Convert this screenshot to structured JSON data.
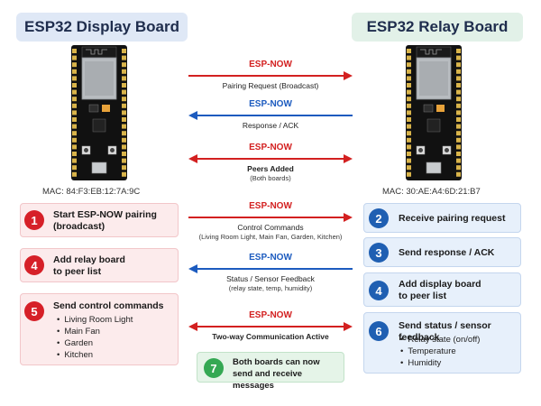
{
  "titles": {
    "left": "ESP32 Display Board",
    "right": "ESP32 Relay Board"
  },
  "boards": {
    "left": {
      "mac": "MAC: 84:F3:EB:12:7A:9C"
    },
    "right": {
      "mac": "MAC: 30:AE:A4:6D:21:B7"
    }
  },
  "arrows": [
    {
      "tag": "ESP-NOW",
      "label": "Pairing Request (Broadcast)",
      "direction": "right",
      "color": "#d32020"
    },
    {
      "tag": "ESP-NOW",
      "label": "Response / ACK",
      "direction": "left",
      "color": "#1c5bbf"
    },
    {
      "tag": "ESP-NOW",
      "label": "Peers Added",
      "sub": "(Both boards)",
      "direction": "both",
      "color": "#d32020"
    },
    {
      "tag": "ESP-NOW",
      "label": "Control Commands",
      "sub": "(Living Room Light, Main Fan, Garden, Kitchen)",
      "direction": "right",
      "color": "#d32020"
    },
    {
      "tag": "ESP-NOW",
      "label": "Status / Sensor Feedback",
      "sub": "(relay state, temp, humidity)",
      "direction": "left",
      "color": "#1c5bbf"
    },
    {
      "tag": "ESP-NOW",
      "label": "Two-way Communication Active",
      "direction": "both",
      "color": "#d32020"
    }
  ],
  "left_steps": [
    {
      "num": "1",
      "title_line1": "Start ESP-NOW pairing",
      "title_line2": "(broadcast)"
    },
    {
      "num": "4",
      "title_line1": "Add relay board",
      "title_line2": "to peer list"
    },
    {
      "num": "5",
      "title_line1": "Send control commands",
      "items": [
        "Living Room Light",
        "Main Fan",
        "Garden",
        "Kitchen"
      ]
    }
  ],
  "right_steps": [
    {
      "num": "2",
      "title_line1": "Receive pairing request"
    },
    {
      "num": "3",
      "title_line1": "Send response / ACK"
    },
    {
      "num": "4",
      "title_line1": "Add display board",
      "title_line2": "to peer list"
    },
    {
      "num": "6",
      "title_line1": "Send status / sensor feedback",
      "items": [
        "Relay state (on/off)",
        "Temperature",
        "Humidity"
      ]
    }
  ],
  "final_step": {
    "num": "7",
    "line1": "Both boards can now",
    "line2": "send and receive messages"
  },
  "colors": {
    "red": "#d32020",
    "blue": "#1c5bbf",
    "green": "#34a853",
    "board": "#111111"
  }
}
